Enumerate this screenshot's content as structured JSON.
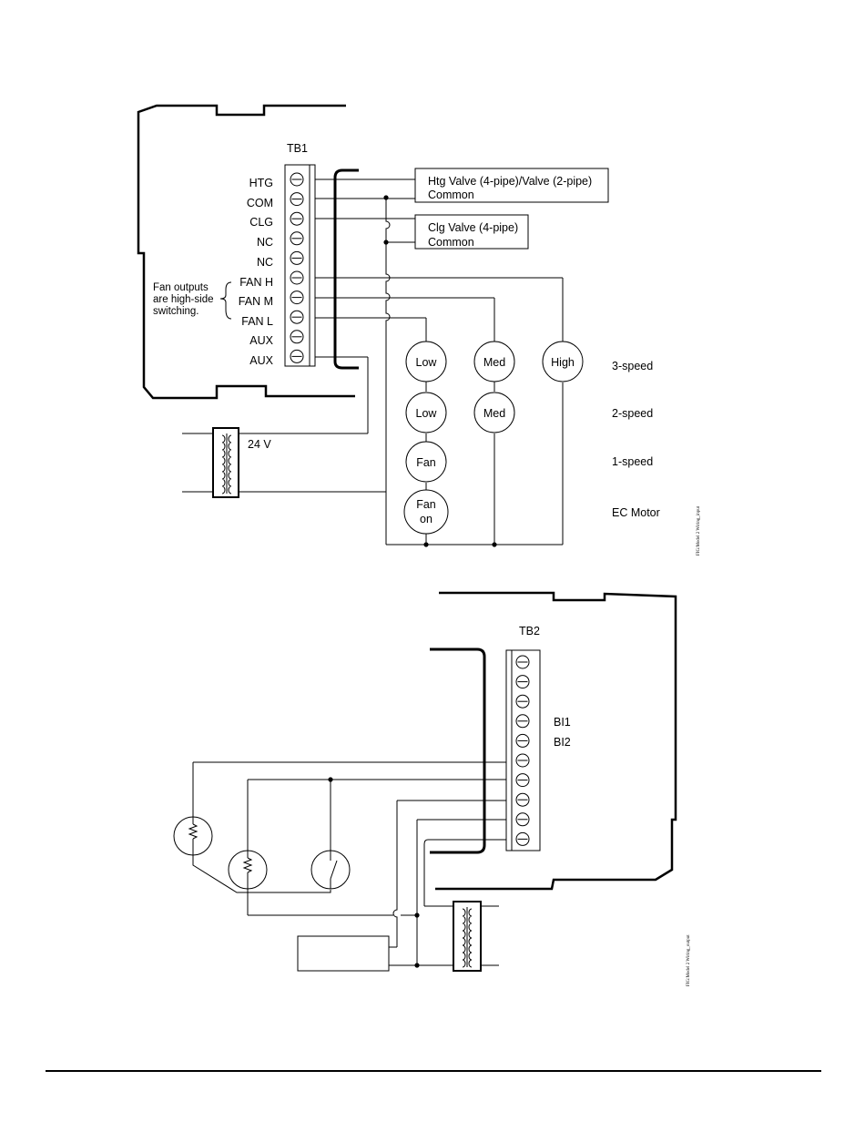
{
  "top_diagram": {
    "terminal_block_label": "TB1",
    "terminals": [
      "HTG",
      "COM",
      "CLG",
      "NC",
      "NC",
      "FAN H",
      "FAN M",
      "FAN L",
      "AUX",
      "AUX"
    ],
    "fan_note": [
      "Fan outputs",
      "are high-side",
      "switching."
    ],
    "htg_valve": {
      "line1": "Htg Valve (4-pipe)/Valve (2-pipe)",
      "line2": "Common"
    },
    "clg_valve": {
      "line1": "Clg Valve (4-pipe)",
      "line2": "Common"
    },
    "transformer_label": "24 V",
    "motor_circles": {
      "three_speed": [
        "Low",
        "Med",
        "High"
      ],
      "two_speed": [
        "Low",
        "Med"
      ],
      "one_speed": "Fan",
      "ec_motor": [
        "Fan",
        "on"
      ]
    },
    "speed_labels": [
      "3-speed",
      "2-speed",
      "1-speed",
      "EC Motor"
    ],
    "figure_tag": "FIG:Model 2 Wiring_input"
  },
  "bottom_diagram": {
    "terminal_block_label": "TB2",
    "terminal_count": 10,
    "bi_labels": [
      "BI1",
      "BI2"
    ],
    "figure_tag": "FIG:Model 2 Wiring_output"
  }
}
